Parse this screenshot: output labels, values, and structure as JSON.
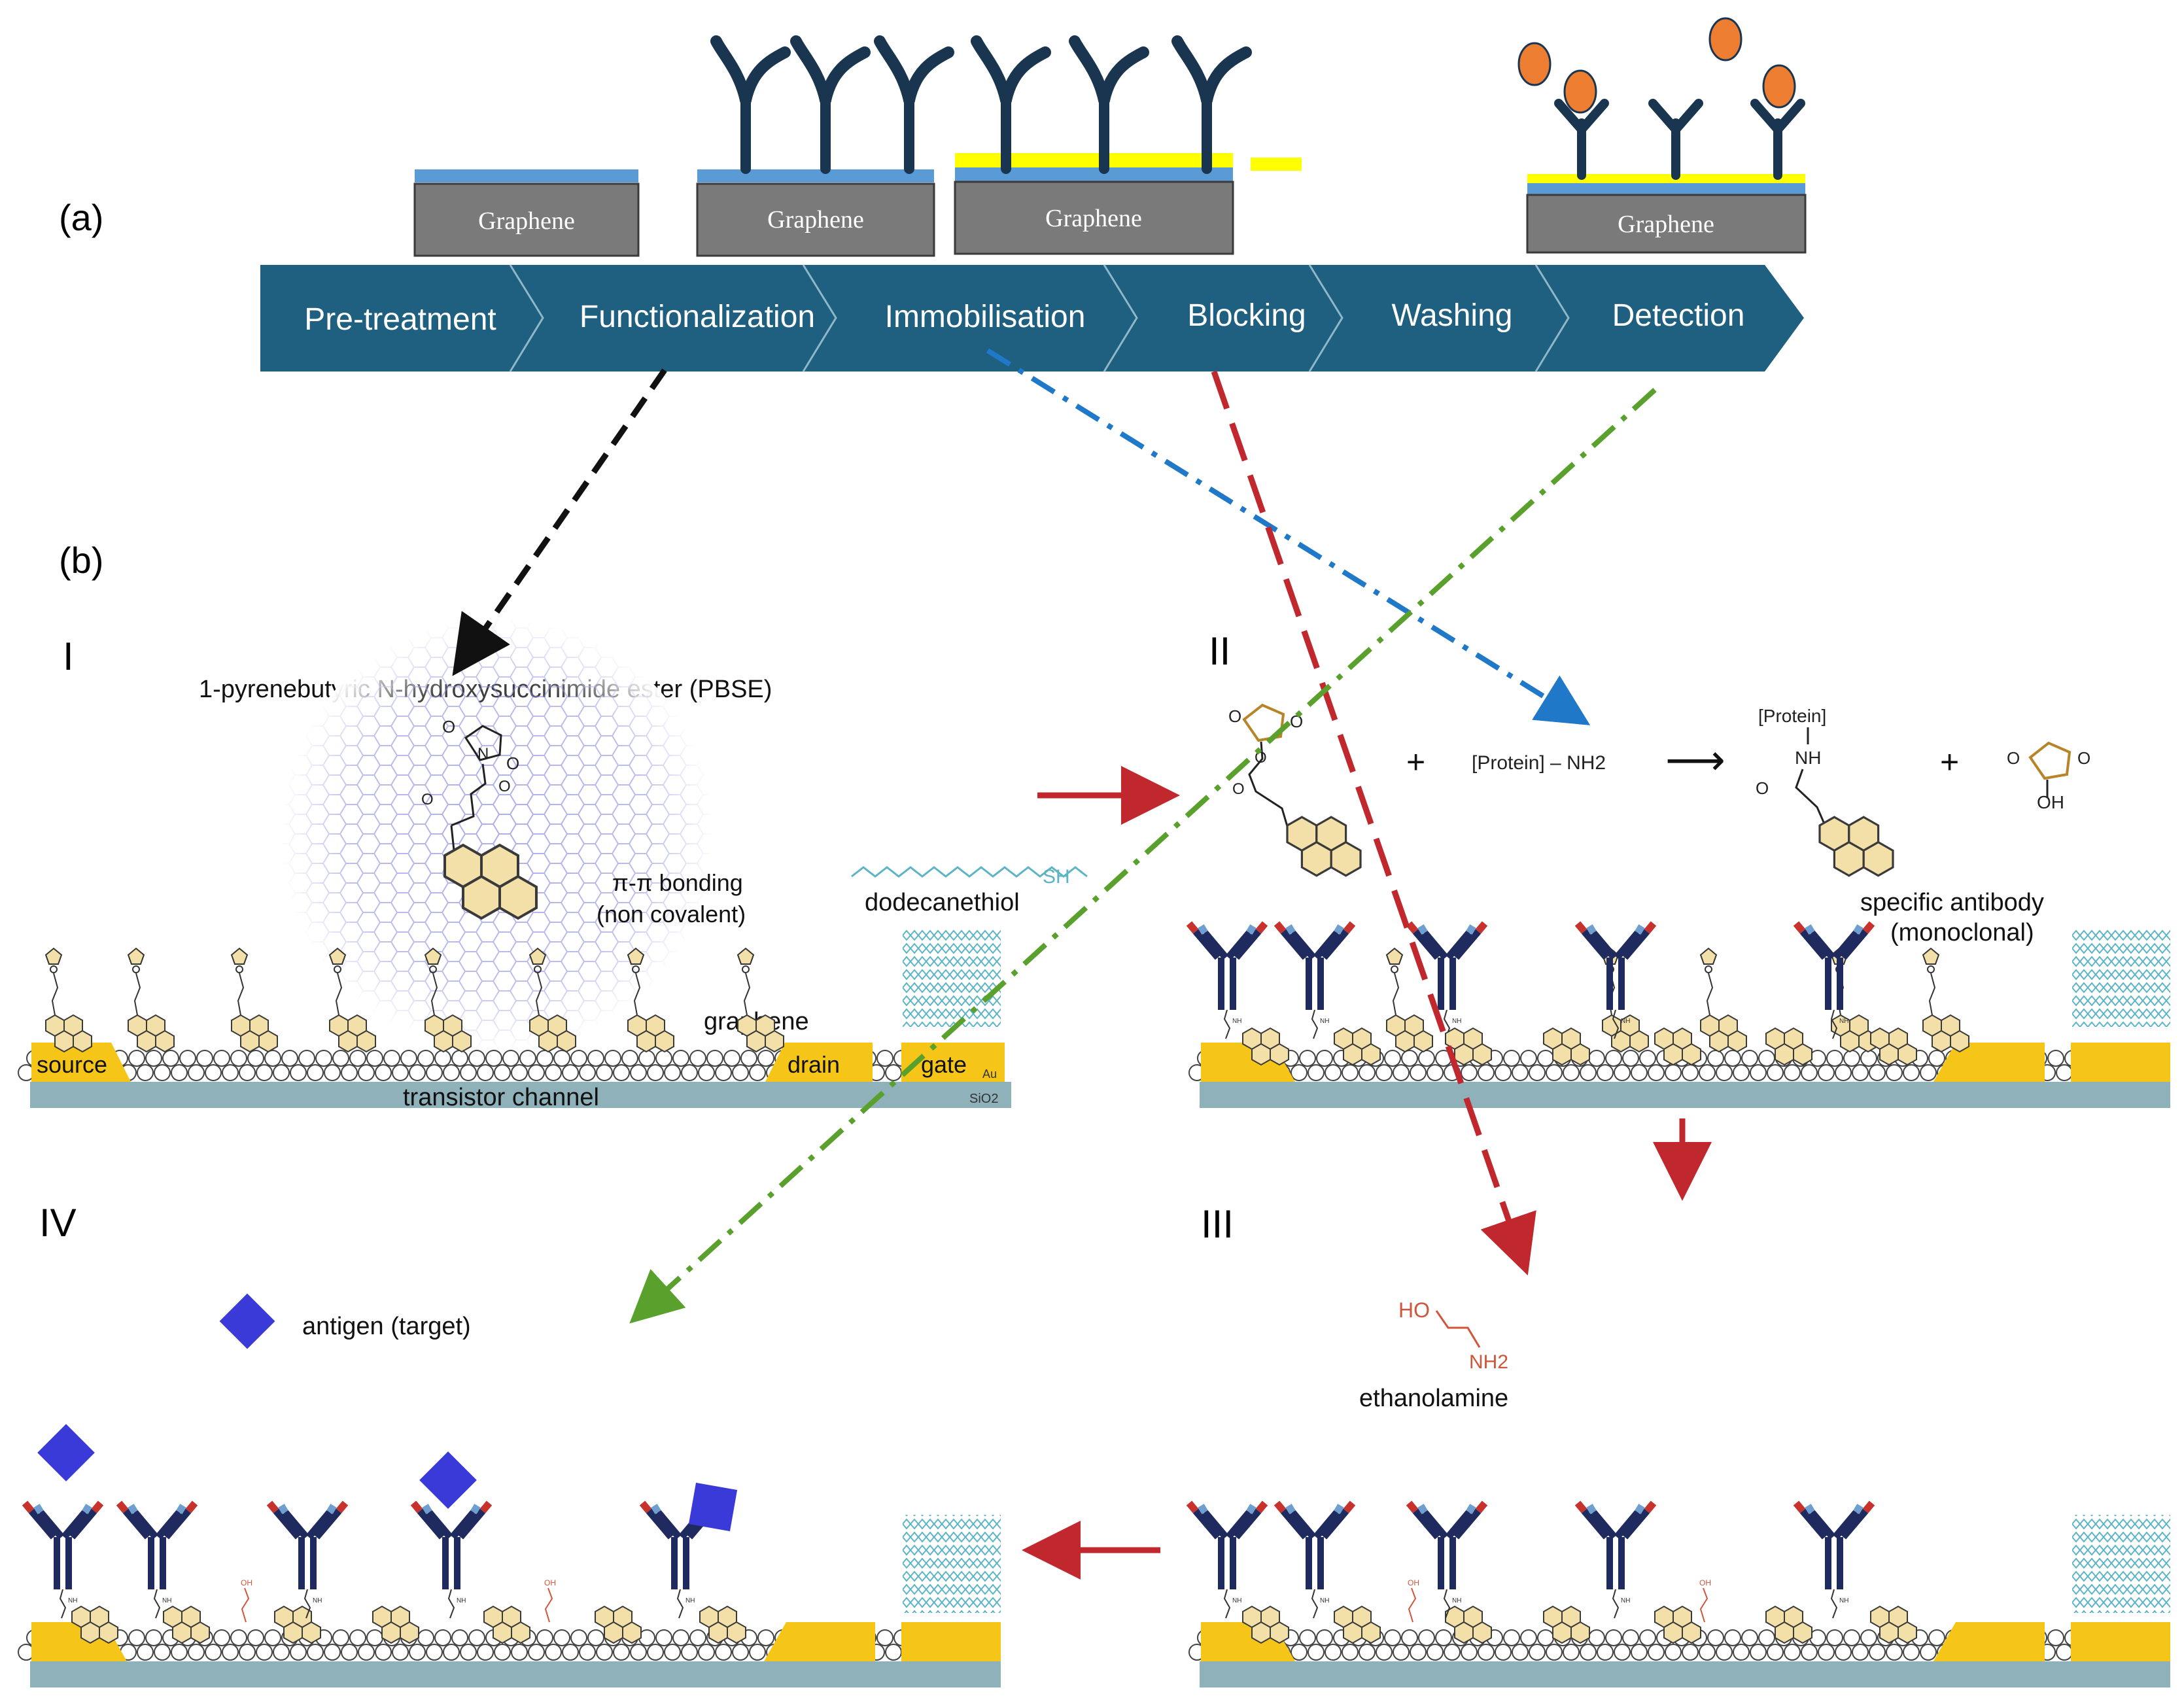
{
  "panel_a": {
    "label": "(a)",
    "block_label": "Graphene",
    "steps": [
      "Pre-treatment",
      "Functionalization",
      "Immobilisation",
      "Blocking",
      "Washing",
      "Detection"
    ]
  },
  "panel_b": {
    "label": "(b)",
    "sub_I": "I",
    "sub_II": "II",
    "sub_III": "III",
    "sub_IV": "IV"
  },
  "panel_I": {
    "pbse": "1-pyrenebutyric N-hydroxysuccinimide ester (PBSE)",
    "pi_bonding": "π-π bonding",
    "non_covalent": "(non covalent)",
    "dodecanethiol": "dodecanethiol",
    "sh": "SH",
    "graphene": "graphene",
    "source": "source",
    "drain": "drain",
    "gate": "gate",
    "au": "Au",
    "sio2": "SiO2",
    "channel": "transistor channel"
  },
  "panel_II": {
    "plus": "+",
    "protein_nh2": "[Protein] – NH2",
    "arrow": "⟶",
    "protein": "[Protein]",
    "nh": "NH",
    "oh": "OH",
    "antibody_line1": "specific antibody",
    "antibody_line2": "(monoclonal)"
  },
  "panel_III": {
    "ethanolamine": "ethanolamine",
    "ho": "HO",
    "nh2": "NH2"
  },
  "panel_IV": {
    "antigen": "antigen (target)"
  },
  "colors": {
    "arrow_bar": "#1f5f7f",
    "graphene_block": "#7a7a7a",
    "blue_layer": "#5b9bd5",
    "yellow_layer": "#ffff00",
    "antibody": "#1f3a5f",
    "antigen_orange": "#ed7d31",
    "electrode": "#f5c518",
    "substrate": "#8fb1ba",
    "antigen_blue": "#3a3ad8",
    "red_arrow": "#c0282d",
    "green_dash": "#5aa02c",
    "blue_dash": "#1f78c8"
  }
}
